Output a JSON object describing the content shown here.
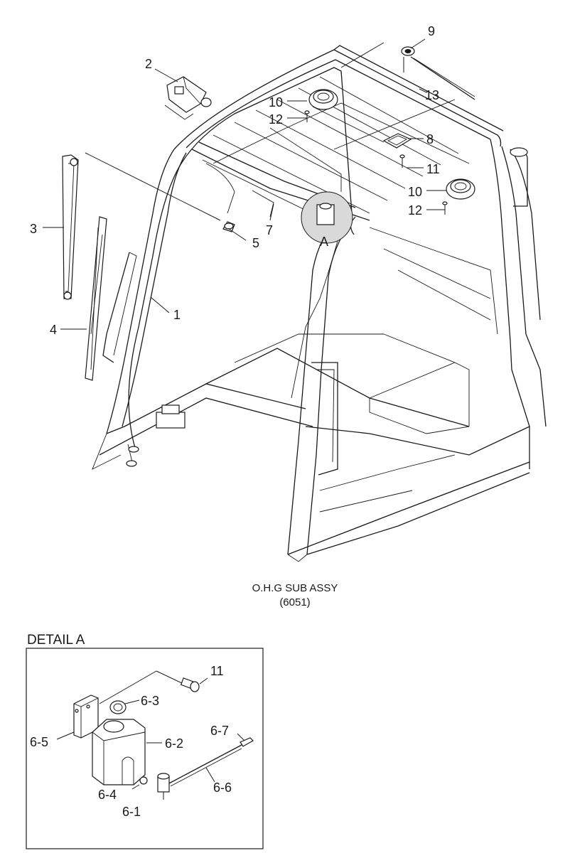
{
  "assembly": {
    "title": "O.H.G SUB ASSY",
    "code": "(6051)"
  },
  "detail": {
    "title": "DETAIL A",
    "marker": "A"
  },
  "callouts": {
    "c1": "1",
    "c2": "2",
    "c3": "3",
    "c4": "4",
    "c5": "5",
    "c7": "7",
    "c8": "8",
    "c9": "9",
    "c10a": "10",
    "c10b": "10",
    "c11": "11",
    "c12a": "12",
    "c12b": "12",
    "c13": "13",
    "d11": "11",
    "d6_1": "6-1",
    "d6_2": "6-2",
    "d6_3": "6-3",
    "d6_4": "6-4",
    "d6_5": "6-5",
    "d6_6": "6-6",
    "d6_7": "6-7"
  }
}
